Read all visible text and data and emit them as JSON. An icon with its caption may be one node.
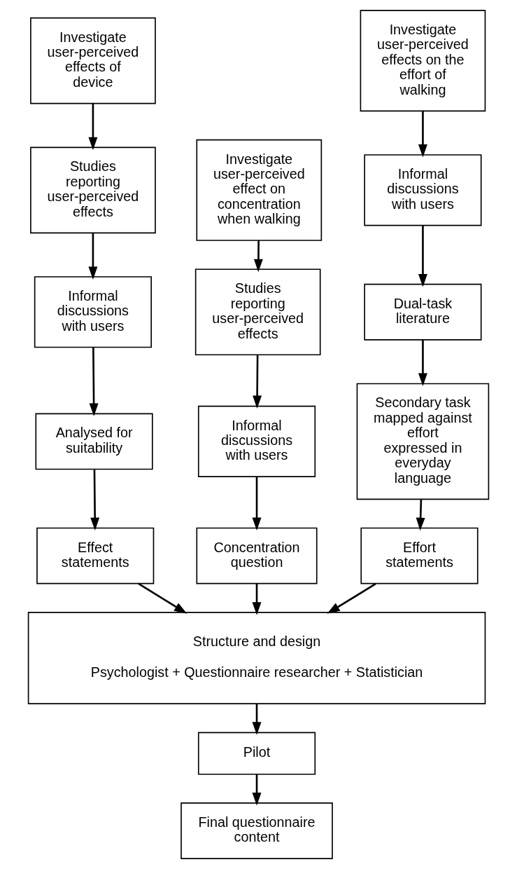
{
  "diagram": {
    "nodes": [
      {
        "text": [
          "Investigate user-perceived effects of device"
        ]
      },
      {
        "text": [
          "Studies reporting user-perceived effects"
        ]
      },
      {
        "text": [
          "Informal discussions with users"
        ]
      },
      {
        "text": [
          "Analysed for suitability"
        ]
      },
      {
        "text": [
          "Effect statements"
        ]
      },
      {
        "text": [
          "Investigate user-perceived effect on concentration when walking"
        ]
      },
      {
        "text": [
          "Studies reporting user-perceived effects"
        ]
      },
      {
        "text": [
          "Informal discussions with users"
        ]
      },
      {
        "text": [
          "Concentration question"
        ]
      },
      {
        "text": [
          "Investigate user-perceived effects on the effort of walking"
        ]
      },
      {
        "text": [
          "Informal discussions with users"
        ]
      },
      {
        "text": [
          "Dual-task literature"
        ]
      },
      {
        "text": [
          "Secondary task mapped against effort expressed in everyday language"
        ]
      },
      {
        "text": [
          "Effort statements"
        ]
      },
      {
        "text": [
          "Structure and design",
          "Psychologist + Questionnaire researcher + Statistician"
        ]
      },
      {
        "text": [
          "Pilot"
        ]
      },
      {
        "text": [
          "Final questionnaire content"
        ]
      }
    ],
    "edges": [
      {
        "from": 0,
        "to": 1,
        "arrow": "to"
      },
      {
        "from": 1,
        "to": 2,
        "arrow": "to"
      },
      {
        "from": 2,
        "to": 3,
        "arrow": "to"
      },
      {
        "from": 3,
        "to": 4,
        "arrow": "to"
      },
      {
        "from": 5,
        "to": 6,
        "arrow": "to"
      },
      {
        "from": 6,
        "to": 7,
        "arrow": "to"
      },
      {
        "from": 7,
        "to": 8,
        "arrow": "to"
      },
      {
        "from": 9,
        "to": 10,
        "arrow": "to"
      },
      {
        "from": 10,
        "to": 11,
        "arrow": "to"
      },
      {
        "from": 11,
        "to": 12,
        "arrow": "to"
      },
      {
        "from": 12,
        "to": 13,
        "arrow": "to"
      },
      {
        "from": 4,
        "to": 14,
        "arrow": "to"
      },
      {
        "from": 8,
        "to": 14,
        "arrow": "to"
      },
      {
        "from": 13,
        "to": 14,
        "arrow": "to"
      },
      {
        "from": 14,
        "to": 15,
        "arrow": "to"
      },
      {
        "from": 15,
        "to": 16,
        "arrow": "to"
      }
    ]
  }
}
